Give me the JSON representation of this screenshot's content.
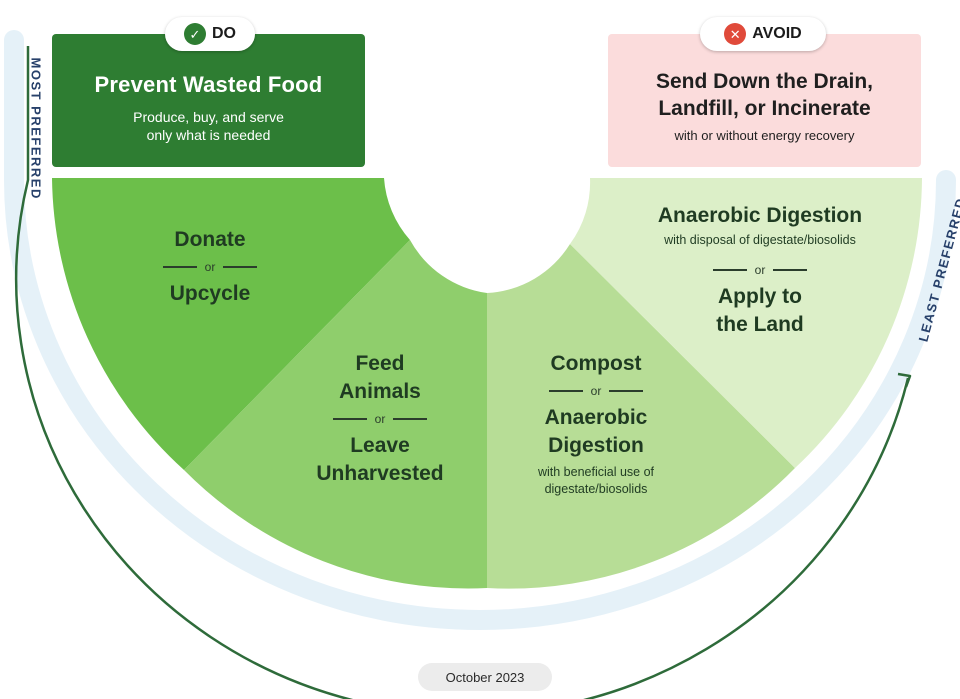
{
  "do_badge": {
    "label": "DO",
    "icon": "check-icon",
    "color": "#2e7d32"
  },
  "avoid_badge": {
    "label": "AVOID",
    "icon": "close-icon",
    "color": "#e04a3a"
  },
  "top_left_box": {
    "title": "Prevent Wasted Food",
    "subtitle": "Produce, buy, and serve\nonly what is needed",
    "color": "#2e7d32"
  },
  "top_right_box": {
    "title": "Send Down the Drain,\nLandfill, or Incinerate",
    "subtitle": "with or without energy recovery",
    "color": "#fbdcdc"
  },
  "segments": [
    {
      "id": "donate",
      "primary": "Donate",
      "or": "or",
      "secondary": "Upcycle",
      "color": "#6cbf4a"
    },
    {
      "id": "feed",
      "primary": "Feed\nAnimals",
      "or": "or",
      "secondary": "Leave\nUnharvested",
      "color": "#8fce6c"
    },
    {
      "id": "compost",
      "primary": "Compost",
      "or": "or",
      "secondary": "Anaerobic\nDigestion",
      "note": "with beneficial use of\ndigestate/biosolids",
      "color": "#b7dd96"
    },
    {
      "id": "apply",
      "primary": "Anaerobic Digestion",
      "note": "with disposal of digestate/biosolids",
      "or": "or",
      "secondary": "Apply to\nthe Land",
      "color": "#dcefc8"
    }
  ],
  "side_labels": {
    "most": "MOST PREFERRED",
    "least": "LEAST PREFERRED"
  },
  "arrow_color": "#2e6b3a",
  "date": "October 2023"
}
